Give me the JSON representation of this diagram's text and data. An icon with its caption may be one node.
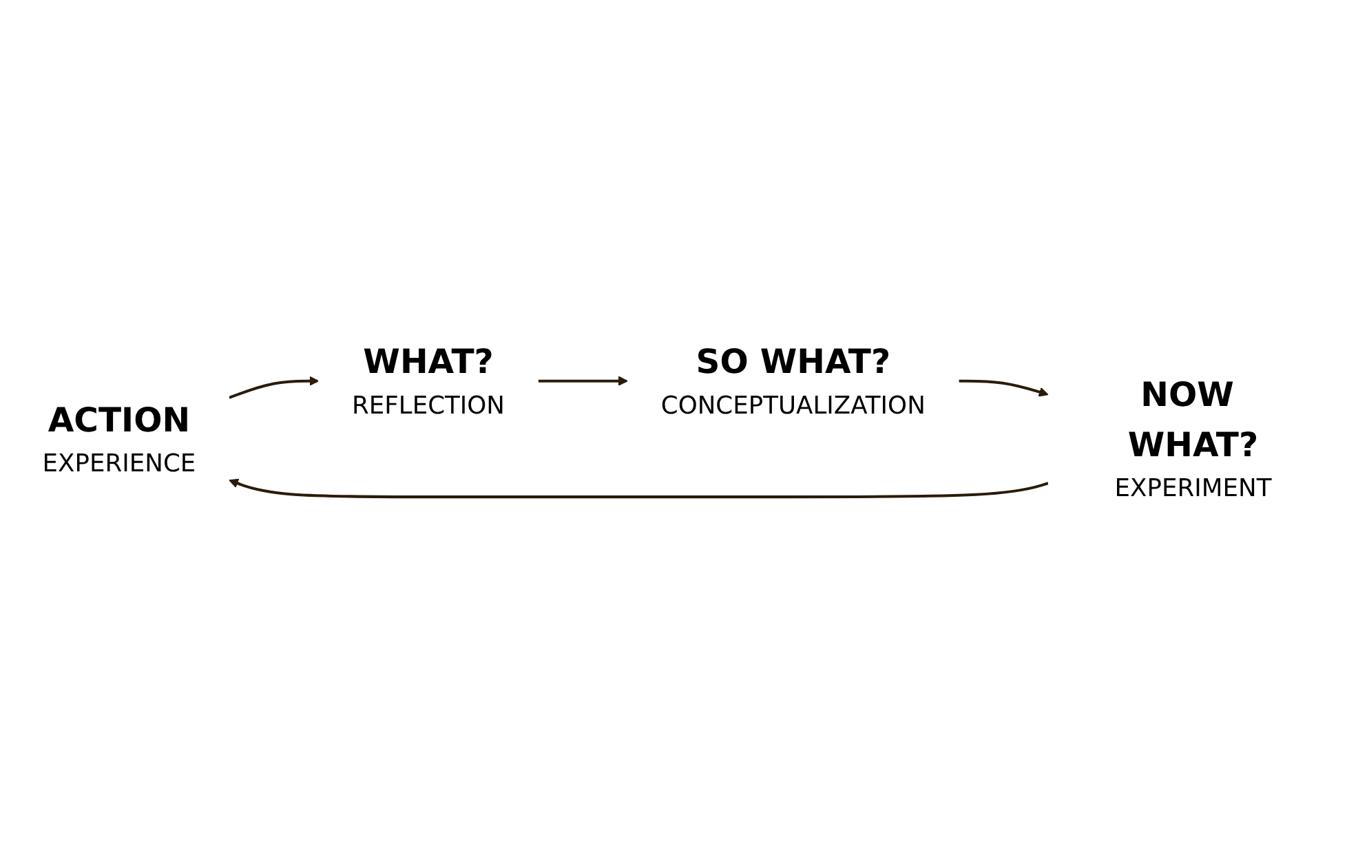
{
  "diagram": {
    "nodes": [
      {
        "text": [
          "ACTION",
          "EXPERIENCE"
        ]
      },
      {
        "text": [
          "WHAT?",
          "REFLECTION"
        ]
      },
      {
        "text": [
          "SO WHAT?",
          "CONCEPTUALIZATION"
        ]
      },
      {
        "text": [
          "NOW WHAT?",
          "EXPERIMENT"
        ]
      }
    ],
    "edges": [
      {
        "from": 0,
        "to": 1,
        "arrow": "to"
      },
      {
        "from": 1,
        "to": 2,
        "arrow": "to"
      },
      {
        "from": 2,
        "to": 3,
        "arrow": "to"
      },
      {
        "from": 3,
        "to": 0,
        "arrow": "to"
      }
    ]
  }
}
